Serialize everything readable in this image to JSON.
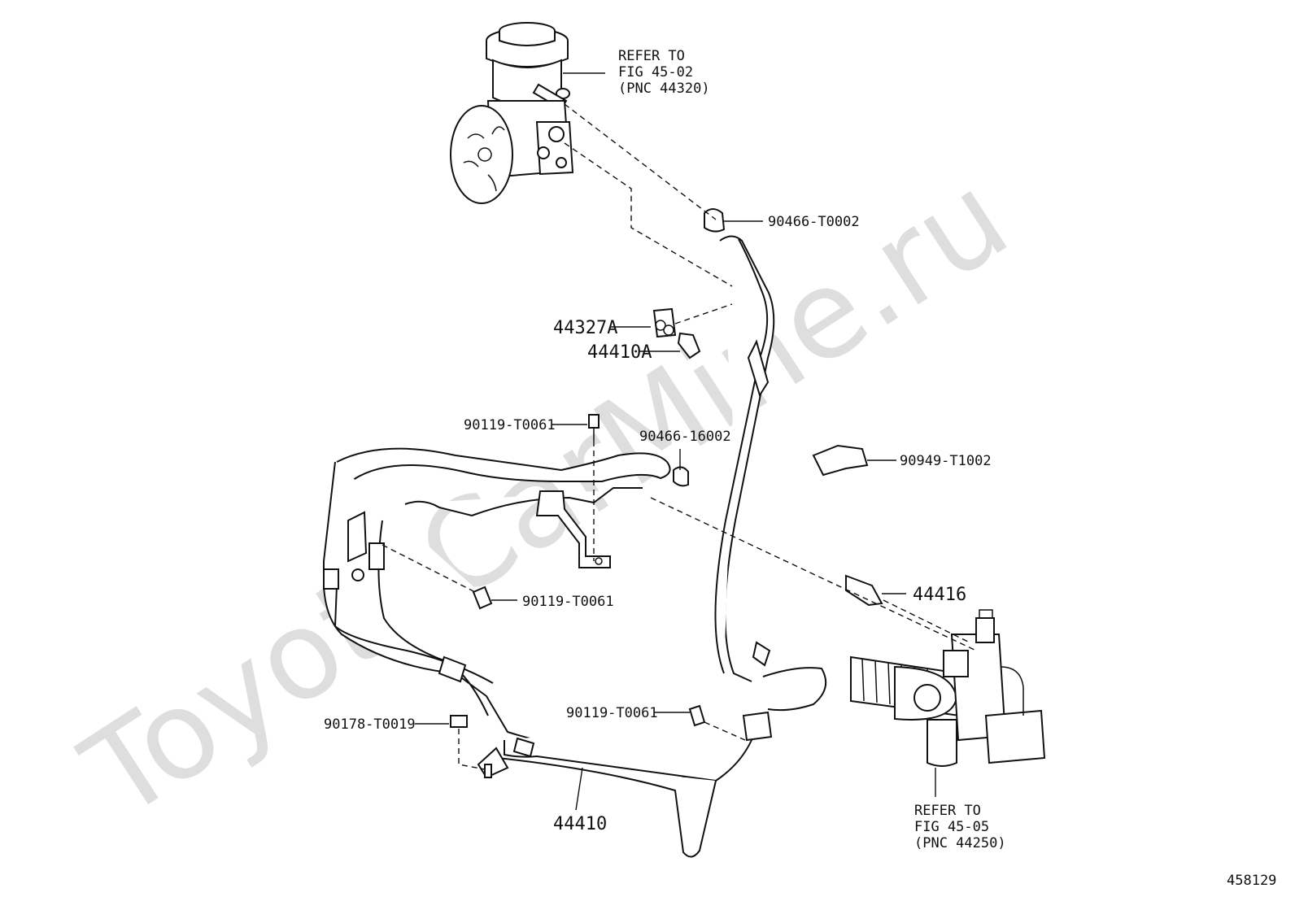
{
  "watermark": "ToyotaCarMine.ru",
  "diagram_id": "458129",
  "refs": {
    "pump": [
      "REFER TO",
      "FIG 45-02",
      "(PNC 44320)"
    ],
    "gear": [
      "REFER TO",
      "FIG 45-05",
      "(PNC 44250)"
    ]
  },
  "labels": {
    "clamp_top": "90466-T0002",
    "part_44327a": "44327A",
    "part_44410a": "44410A",
    "bolt_top": "90119-T0061",
    "clamp_mid": "90466-16002",
    "clip_right": "90949-T1002",
    "bolt_mid": "90119-T0061",
    "part_44416": "44416",
    "bolt_low": "90119-T0061",
    "nut": "90178-T0019",
    "part_44410": "44410"
  }
}
